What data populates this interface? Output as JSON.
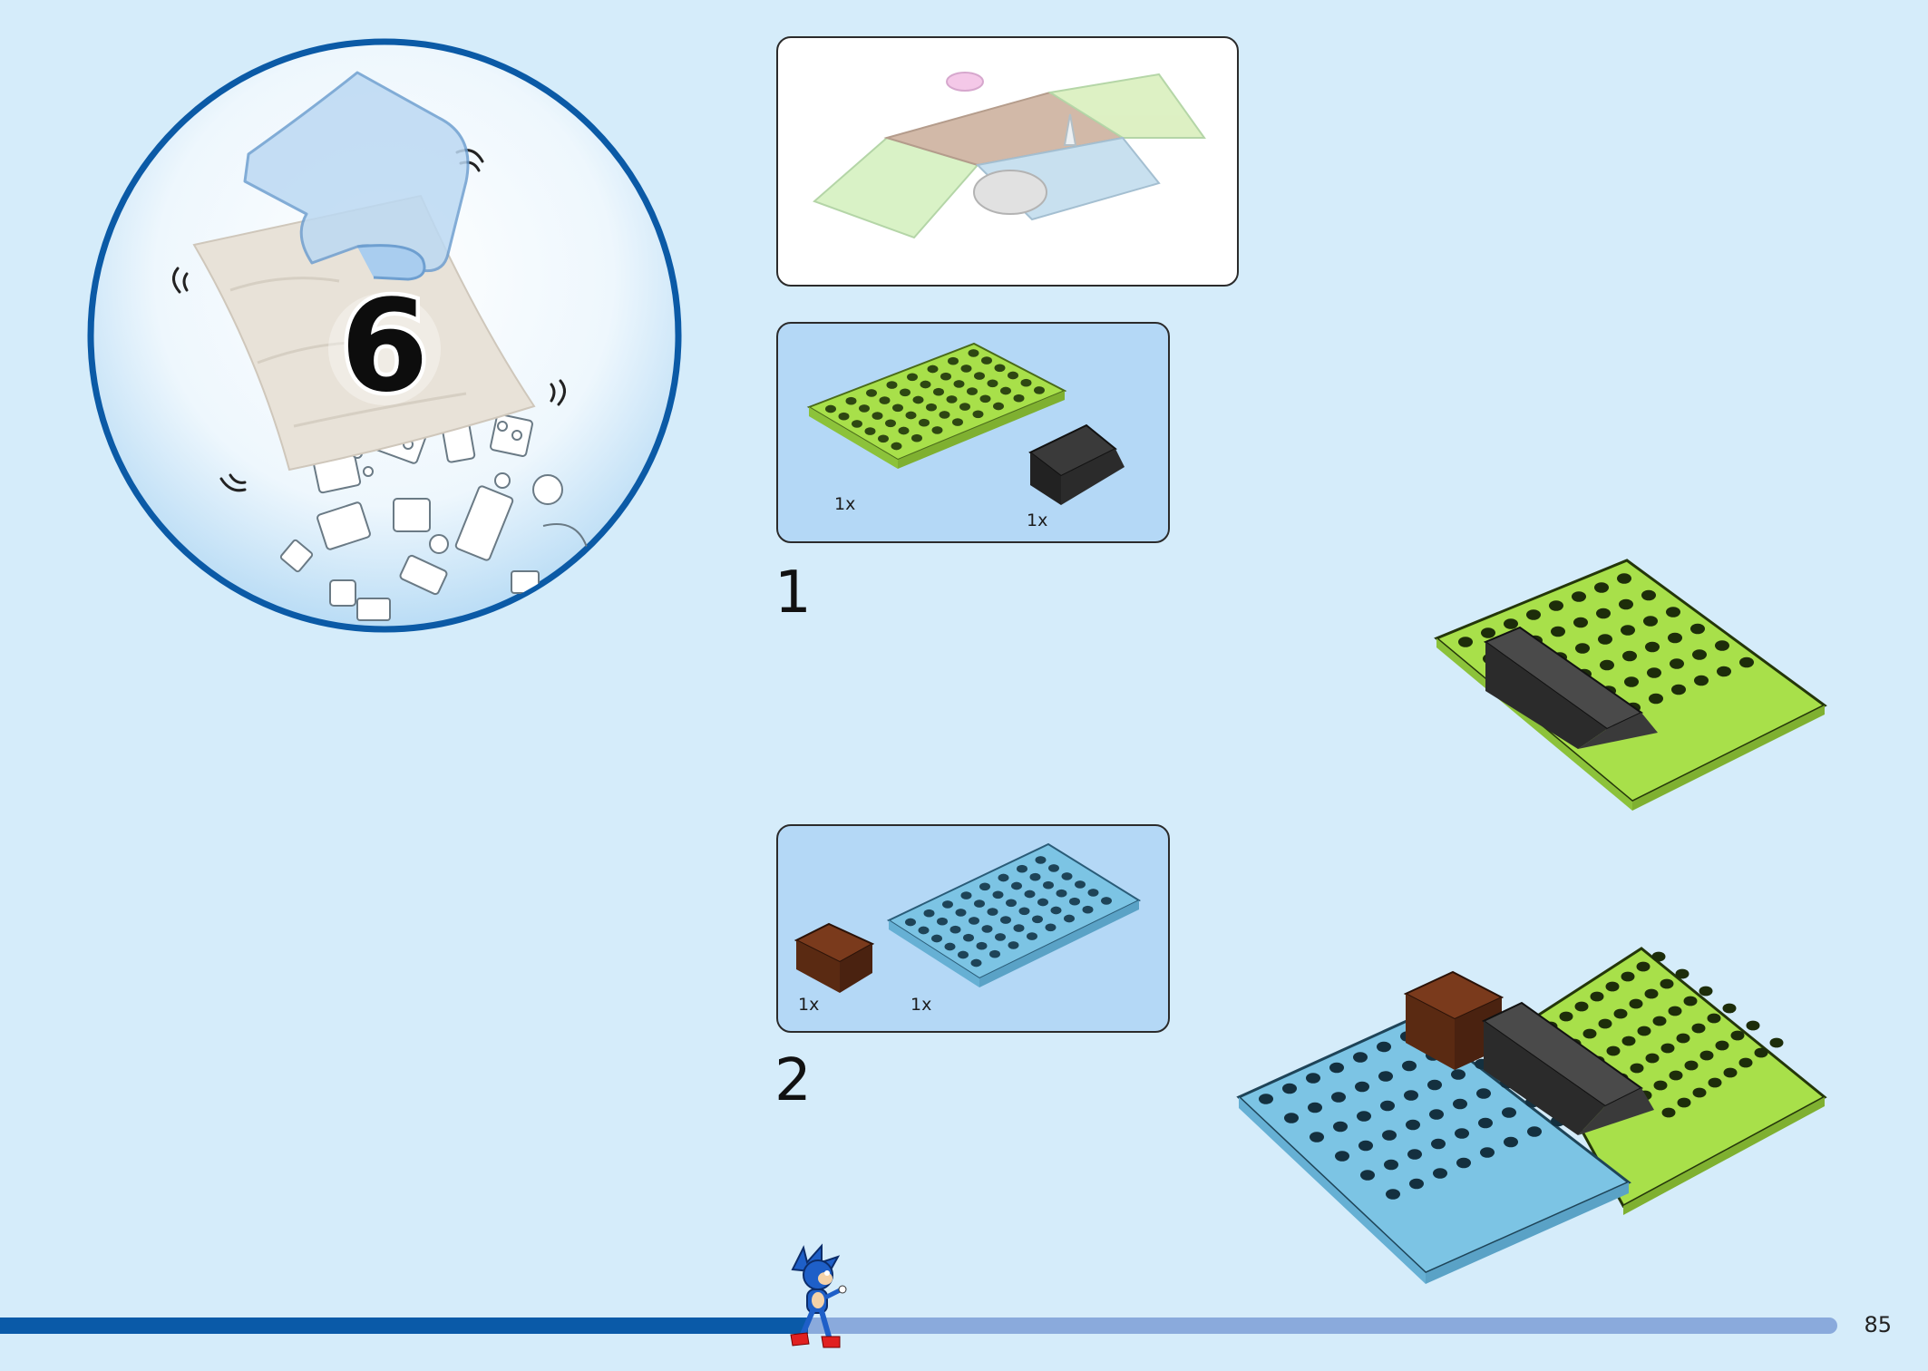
{
  "bag": {
    "number": "6"
  },
  "steps": [
    {
      "number": "1",
      "parts": [
        {
          "qty": "1x"
        },
        {
          "qty": "1x"
        }
      ]
    },
    {
      "number": "2",
      "parts": [
        {
          "qty": "1x"
        },
        {
          "qty": "1x"
        }
      ]
    }
  ],
  "footer": {
    "page_number": "85",
    "progress": 0.44
  },
  "colors": {
    "background": "#d5ecfa",
    "bubble_border": "#0b5aa6",
    "lime_plate": "#a8e04a",
    "blue_plate": "#7cc4e4",
    "brown_brick": "#6a2e16",
    "black_slope": "#3a3a3a",
    "progress_fill": "#0a5aa8",
    "progress_track": "#8aaadc"
  },
  "icons": [
    "hand-icon",
    "parts-bag-icon",
    "loose-bricks-icon",
    "runner-mascot-icon"
  ]
}
